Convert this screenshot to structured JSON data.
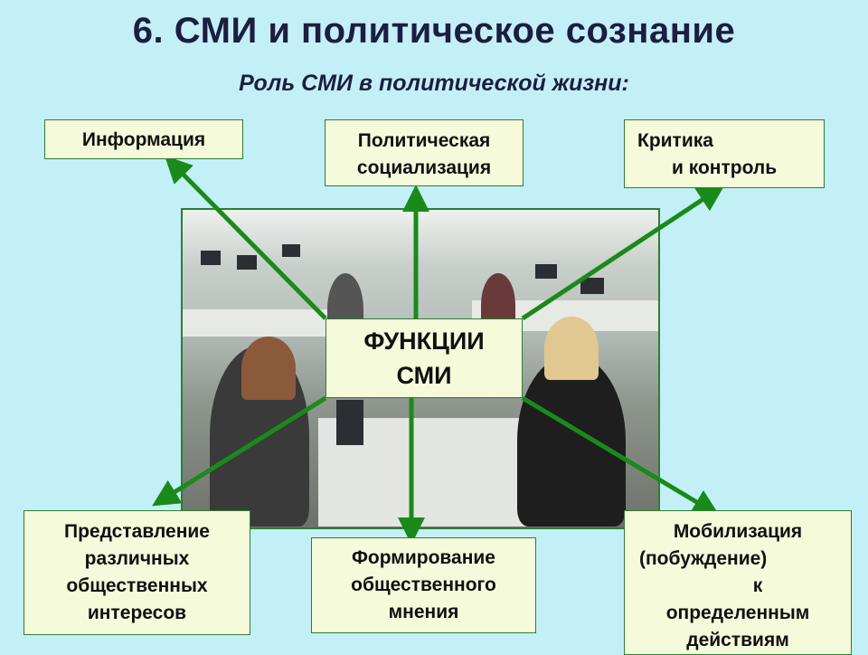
{
  "title": "6. СМИ и политическое сознание",
  "subtitle": "Роль СМИ в политической жизни:",
  "center": {
    "line1": "ФУНКЦИИ",
    "line2": "СМИ"
  },
  "boxes": {
    "info": {
      "line1": "Информация"
    },
    "socialization": {
      "line1": "Политическая",
      "line2": "социализация"
    },
    "criticism": {
      "line1": "Критика",
      "line2": "и контроль"
    },
    "representation": {
      "line1": "Представление",
      "line2": "различных",
      "line3": "общественных",
      "line4": "интересов"
    },
    "opinion": {
      "line1": "Формирование",
      "line2": "общественного",
      "line3": "мнения"
    },
    "mobilization": {
      "line1": "Мобилизация",
      "line2": "(побуждение)",
      "line3": "к",
      "line4": "определенным",
      "line5": "действиям"
    }
  },
  "colors": {
    "background": "#c3f0f7",
    "box_fill": "#f5fadb",
    "arrow": "#1a8a1a",
    "text": "#1d1d40"
  }
}
